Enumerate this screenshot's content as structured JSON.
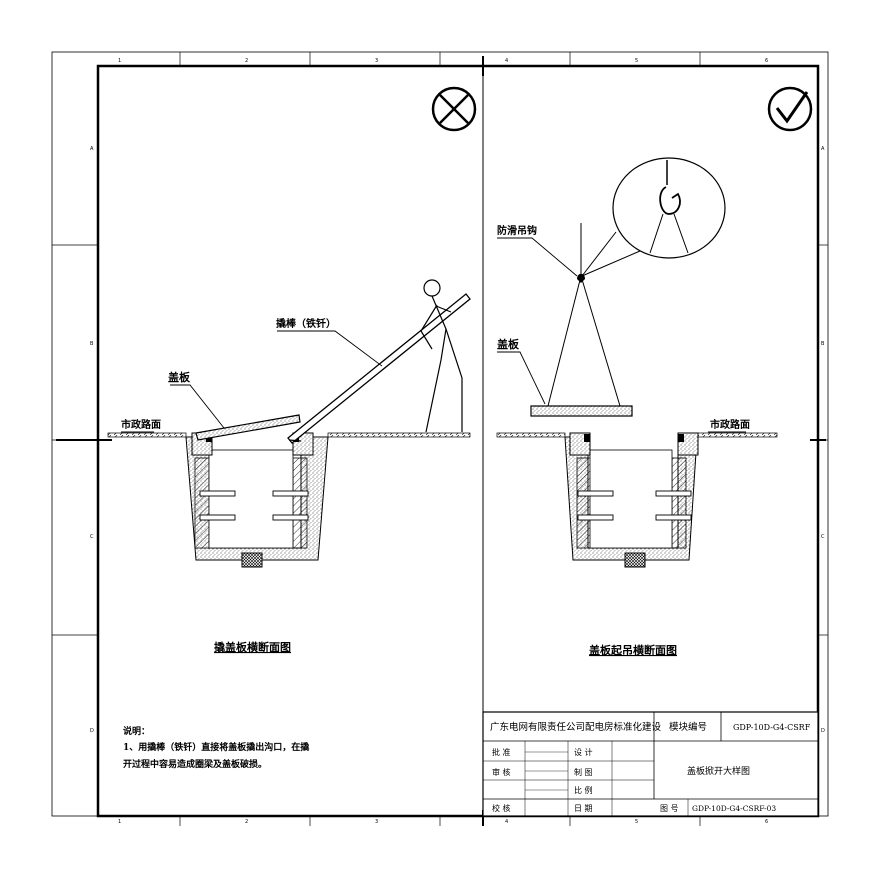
{
  "grid": {
    "columns": [
      "1",
      "2",
      "3",
      "4",
      "5",
      "6"
    ],
    "rows": [
      "A",
      "B",
      "C",
      "D"
    ]
  },
  "left_panel": {
    "label_cover": "盖板",
    "label_bar": "撬棒（铁钎）",
    "label_road": "市政路面",
    "caption": "撬盖板横断面图",
    "notes_title": "说明：",
    "notes_line1": "1、用撬棒（铁钎）直接将盖板撬出沟口，在撬",
    "notes_line2": "开过程中容易造成圈梁及盖板破损。"
  },
  "right_panel": {
    "label_hook": "防滑吊钩",
    "label_cover": "盖板",
    "label_road": "市政路面",
    "caption": "盖板起吊横断面图"
  },
  "title_block": {
    "company": "广东电网有限责任公司配电房标准化建设",
    "module_label": "模块编号",
    "module_code": "GDP-10D-G4-CSRF",
    "approve": "批 准",
    "review": "审 核",
    "check": "校 核",
    "design": "设 计",
    "draw": "制 图",
    "scale": "比 例",
    "date": "日 期",
    "drawing_title": "盖板掀开大样图",
    "drawing_no_label": "图 号",
    "drawing_no": "GDP-10D-G4-CSRF-03"
  }
}
